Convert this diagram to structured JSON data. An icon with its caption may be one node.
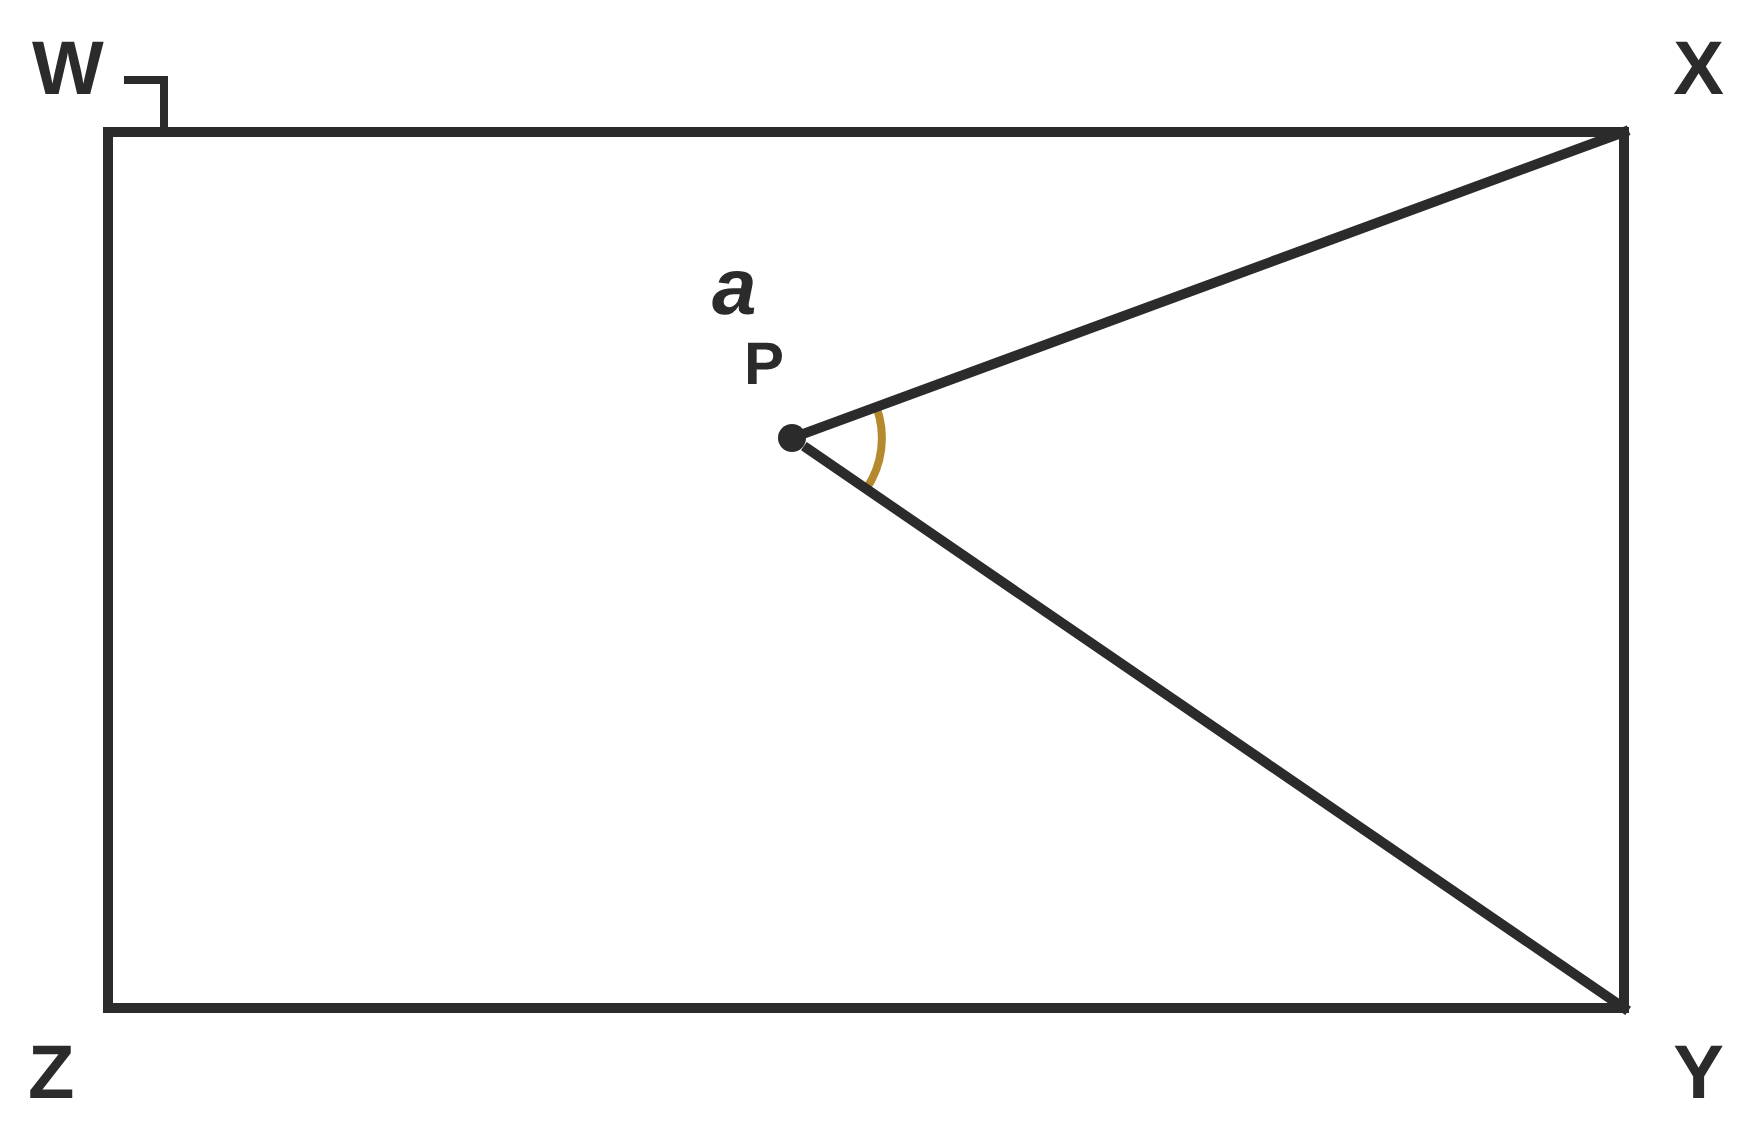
{
  "diagram": {
    "nodes": [
      {
        "text": [
          "W"
        ]
      },
      {
        "text": [
          "X"
        ]
      },
      {
        "text": [
          "Y"
        ]
      },
      {
        "text": [
          "Z"
        ]
      },
      {
        "text": [
          "P"
        ]
      }
    ],
    "edges": [
      {
        "from": 0,
        "to": 1,
        "arrow": "none"
      },
      {
        "from": 1,
        "to": 2,
        "arrow": "none"
      },
      {
        "from": 2,
        "to": 3,
        "arrow": "none"
      },
      {
        "from": 3,
        "to": 0,
        "arrow": "none"
      },
      {
        "from": 4,
        "to": 1,
        "arrow": "none"
      },
      {
        "from": 4,
        "to": 2,
        "arrow": "none"
      }
    ],
    "labels": [
      "a"
    ]
  }
}
